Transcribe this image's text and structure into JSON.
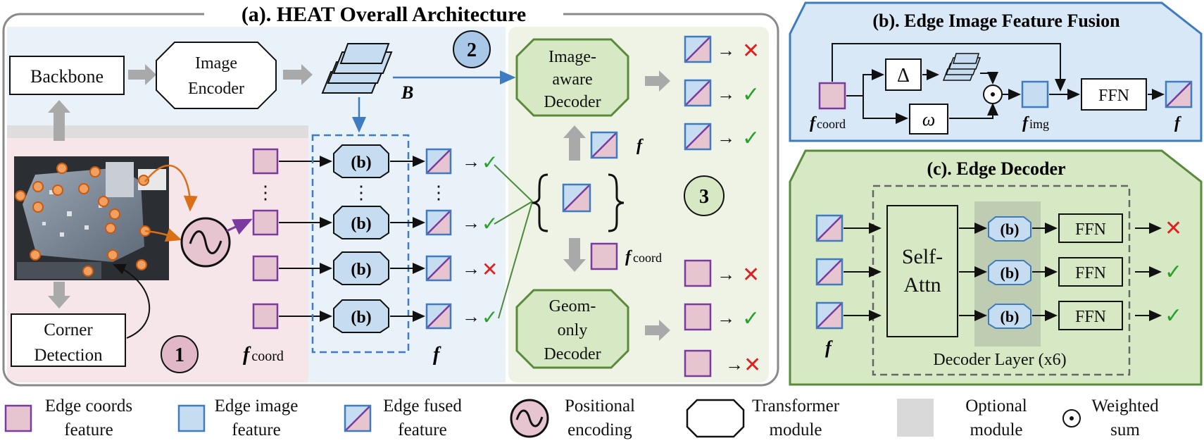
{
  "panel_a": {
    "title": "(a). HEAT Overall Architecture",
    "backbone": "Backbone",
    "image_encoder": [
      "Image",
      "Encoder"
    ],
    "corner_detection": [
      "Corner",
      "Detection"
    ],
    "feature_b": "B",
    "stage1": "1",
    "stage2": "2",
    "stage3": "3",
    "fusion_block": "(b)",
    "f_coord_base": "f",
    "f_coord_sub": "coord",
    "f_label": "f",
    "dots": "⋮",
    "image_aware_decoder": [
      "Image-",
      "aware",
      "Decoder"
    ],
    "geom_only_decoder": [
      "Geom-",
      "only",
      "Decoder"
    ],
    "arrow": "→",
    "check": "✓",
    "cross": "✕"
  },
  "panel_b": {
    "title": "(b). Edge Image Feature Fusion",
    "delta": "Δ",
    "omega": "ω",
    "ffn": "FFN",
    "f_coord_base": "f",
    "f_coord_sub": "coord",
    "f_img_base": "f",
    "f_img_sub": "img",
    "f_label": "f",
    "odot": "⊙"
  },
  "panel_c": {
    "title": "(c). Edge Decoder",
    "self_attn": [
      "Self-",
      "Attn"
    ],
    "fusion_block": "(b)",
    "ffn": "FFN",
    "decoder_layer": "Decoder Layer (x6)",
    "f_label": "f"
  },
  "legend": {
    "edge_coords": [
      "Edge coords",
      "feature"
    ],
    "edge_image": [
      "Edge image",
      "feature"
    ],
    "edge_fused": [
      "Edge fused",
      "feature"
    ],
    "positional": [
      "Positional",
      "encoding"
    ],
    "transformer": [
      "Transformer",
      "module"
    ],
    "optional": [
      "Optional",
      "module"
    ],
    "weighted": [
      "Weighted",
      "sum"
    ],
    "odot": "⊙"
  },
  "colors": {
    "coord_fill": "#e6c4d0",
    "coord_stroke": "#7a3aa0",
    "image_fill": "#c6dcf0",
    "image_stroke": "#3f7bbf",
    "pink_region": "#f6e6ea",
    "blue_region": "#e9f1f9",
    "green_region": "#eef3e6",
    "decoder_fill": "#d6e9c4",
    "decoder_stroke": "#5a8a3a",
    "check": "#2aa02a",
    "cross": "#e02020",
    "orange": "#d97018"
  }
}
